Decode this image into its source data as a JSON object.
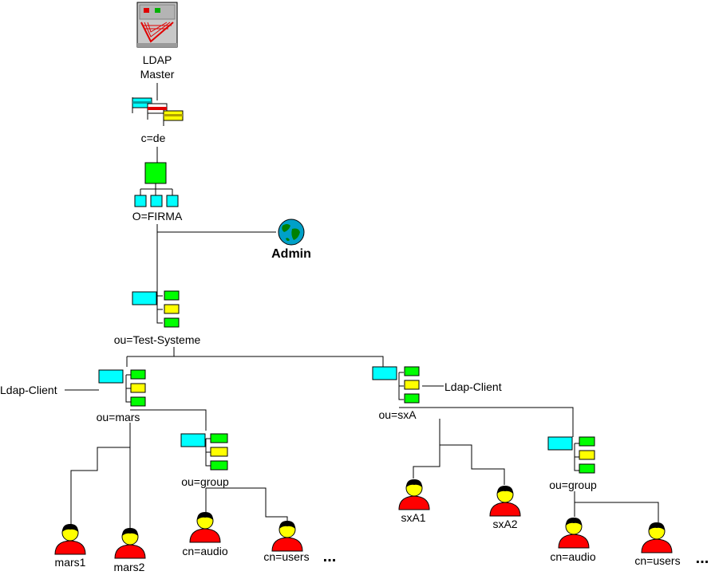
{
  "nodes": {
    "ldap_master": [
      "LDAP",
      "Master"
    ],
    "country": "c=de",
    "org": "O=FIRMA",
    "admin": "Admin",
    "ou_test": "ou=Test-Systeme",
    "client_left": "Ldap-Client",
    "client_right": "Ldap-Client",
    "ou_mars": "ou=mars",
    "ou_sxa": "ou=sxA",
    "ou_group_mars": "ou=group",
    "ou_group_sxa": "ou=group",
    "mars1": "mars1",
    "mars2": "mars2",
    "audio_mars": "cn=audio",
    "users_mars": "cn=users",
    "sxa1": "sxA1",
    "sxa2": "sxA2",
    "audio_sxa": "cn=audio",
    "users_sxa": "cn=users",
    "ellipsis_1": "...",
    "ellipsis_2": "..."
  },
  "colors": {
    "line": "#000000",
    "ou_cyan": "#00ffff",
    "ou_green": "#00ff00",
    "ou_yellow": "#ffff00",
    "person_red": "#ff0000",
    "person_skin": "#ffff00",
    "person_hair": "#000000",
    "globe": "#00a0c8"
  },
  "icons": {
    "server": "server-icon",
    "flags": "country-flags-icon",
    "organization": "organization-icon",
    "globe": "globe-icon",
    "ou": "organizational-unit-icon",
    "person": "user-icon"
  }
}
